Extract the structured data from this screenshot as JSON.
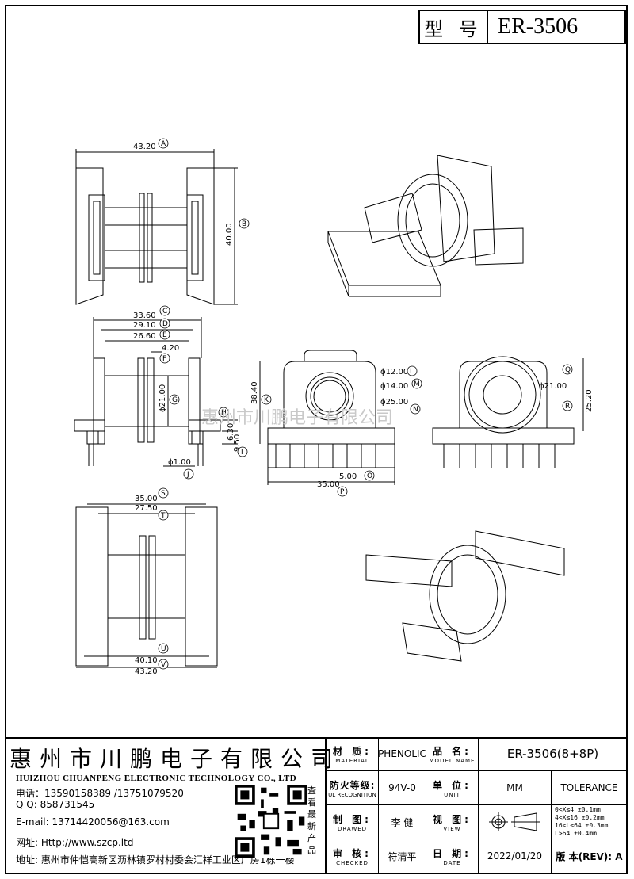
{
  "title_block": {
    "label": "型 号",
    "model": "ER-3506"
  },
  "dims": {
    "a": "43.20",
    "b": "40.00",
    "c": "33.60",
    "d": "29.10",
    "e": "26.60",
    "f": "4.20",
    "g": "ϕ21.00",
    "h": "6.30",
    "i": "9.50",
    "j": "ϕ1.00",
    "k": "38.40",
    "l": "ϕ12.00",
    "m": "ϕ14.00",
    "n": "ϕ25.00",
    "o": "5.00",
    "p": "35.00",
    "q": "ϕ21.00",
    "r": "25.20",
    "s": "35.00",
    "t": "27.50",
    "u": "40.10",
    "v": "43.20"
  },
  "refs": [
    "A",
    "B",
    "C",
    "D",
    "E",
    "F",
    "G",
    "H",
    "I",
    "J",
    "K",
    "L",
    "M",
    "N",
    "O",
    "P",
    "Q",
    "R",
    "S",
    "T",
    "U",
    "V"
  ],
  "watermark": "惠州市川鹏电子有限公司",
  "company": {
    "name_cn": "惠州市川鹏电子有限公司",
    "name_en": "HUIZHOU CHUANPENG ELECTRONIC TECHNOLOGY CO., LTD",
    "phone": "电话：13590158389 /13751079520",
    "qq": "Q Q:  858731545",
    "email": "E-mail: 13714420056@163.com",
    "web": "网址: Http://www.szcp.ltd",
    "address": "地址: 惠州市仲恺高新区沥林镇罗村村委会汇祥工业区厂房1栋一楼",
    "qr_caption": "查看最新产品"
  },
  "table": {
    "material_cn": "材 质:",
    "material_en": "MATERIAL",
    "material_val": "PHENOLIC",
    "name_cn": "品 名:",
    "name_en": "MODEL NAME",
    "name_val": "ER-3506(8+8P)",
    "flame_cn": "防火等级:",
    "flame_en": "UL RECOGNITION",
    "flame_val": "94V-0",
    "unit_cn": "单 位:",
    "unit_en": "UNIT",
    "unit_val": "MM",
    "tolerance": "TOLERANCE",
    "drawn_cn": "制 图:",
    "drawn_en": "DRAWED",
    "drawn_val": "李 健",
    "view_cn": "视 图:",
    "view_en": "VIEW",
    "tol1": "0<X≤4   ±0.1mm",
    "tol2": "4<X≤16  ±0.2mm",
    "tol3": "16<L≤64 ±0.3mm",
    "tol4": "L>64    ±0.4mm",
    "check_cn": "审 核:",
    "check_en": "CHECKED",
    "check_val": "符清平",
    "date_cn": "日 期:",
    "date_en": "DATE",
    "date_val": "2022/01/20",
    "rev_label": "版 本(REV): A"
  }
}
